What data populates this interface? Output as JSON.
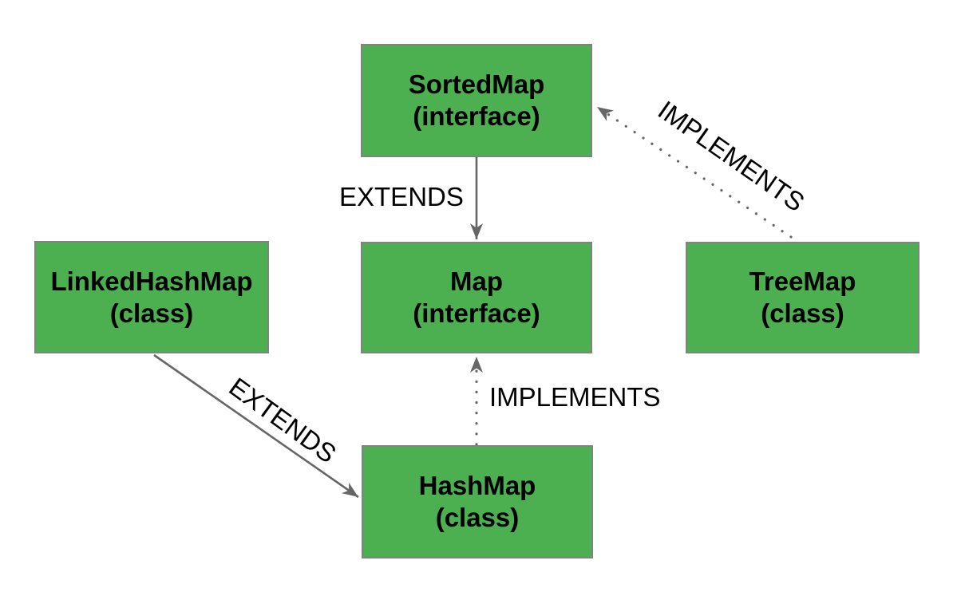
{
  "diagram": {
    "type": "class-hierarchy",
    "colors": {
      "node_fill": "#4caf50",
      "node_border": "#828282",
      "edge": "#666666",
      "label_text": "#000000",
      "background": "#ffffff"
    },
    "nodes": [
      {
        "name": "SortedMap",
        "kind": "(interface)"
      },
      {
        "name": "Map",
        "kind": "(interface)"
      },
      {
        "name": "LinkedHashMap",
        "kind": "(class)"
      },
      {
        "name": "TreeMap",
        "kind": "(class)"
      },
      {
        "name": "HashMap",
        "kind": "(class)"
      }
    ],
    "edges": [
      {
        "from": "SortedMap",
        "to": "Map",
        "label": "EXTENDS",
        "style": "solid"
      },
      {
        "from": "HashMap",
        "to": "Map",
        "label": "IMPLEMENTS",
        "style": "dotted"
      },
      {
        "from": "TreeMap",
        "to": "SortedMap",
        "label": "IMPLEMENTS",
        "style": "dotted"
      },
      {
        "from": "LinkedHashMap",
        "to": "HashMap",
        "label": "EXTENDS",
        "style": "solid"
      }
    ]
  }
}
